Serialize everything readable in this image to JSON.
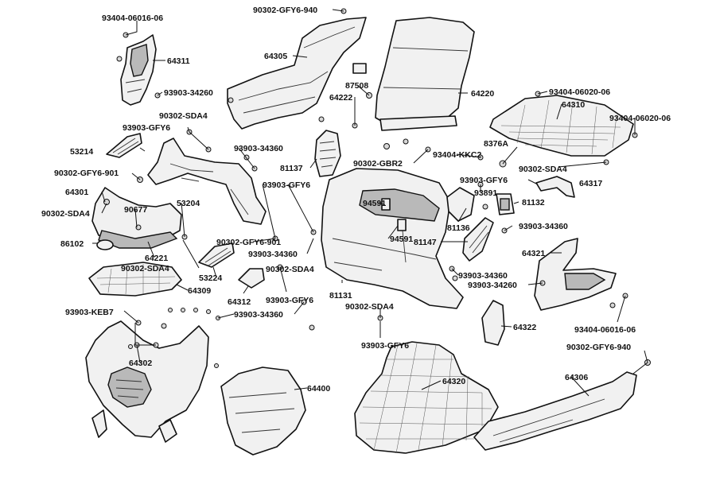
{
  "diagram": {
    "labels": {
      "l_93404_06016_06_top": "93404-06016-06",
      "l_64311": "64311",
      "l_93903_34260_a": "93903-34260",
      "l_90302_gfy6_940_top": "90302-GFY6-940",
      "l_64305": "64305",
      "l_87508": "87508",
      "l_64222": "64222",
      "l_64220": "64220",
      "l_93404_06020_06_a": "93404-06020-06",
      "l_64310": "64310",
      "l_93404_06020_06_b": "93404-06020-06",
      "l_90302_sda4_a": "90302-SDA4",
      "l_93903_gfy6_a": "93903-GFY6",
      "l_53214": "53214",
      "l_93903_34360_a": "93903-34360",
      "l_81137": "81137",
      "l_90302_gbr2": "90302-GBR2",
      "l_93404_kkc2": "93404-KKC2",
      "l_8376a": "8376A",
      "l_90302_sda4_b": "90302-SDA4",
      "l_90302_gfy6_901_a": "90302-GFY6-901",
      "l_64301": "64301",
      "l_90302_sda4_c": "90302-SDA4",
      "l_53204": "53204",
      "l_93903_gfy6_b": "93903-GFY6",
      "l_93903_gfy6_c": "93903-GFY6",
      "l_64317": "64317",
      "l_93891": "93891",
      "l_81132": "81132",
      "l_90677": "90677",
      "l_94591_a": "94591",
      "l_81136": "81136",
      "l_93903_34360_b": "93903-34360",
      "l_86102": "86102",
      "l_90302_gfy6_901_b": "90302-GFY6-901",
      "l_94591_b": "94591",
      "l_81147": "81147",
      "l_64221": "64221",
      "l_93903_34360_c": "93903-34360",
      "l_64321": "64321",
      "l_90302_sda4_d": "90302-SDA4",
      "l_53224": "53224",
      "l_90302_sda4_e": "90302-SDA4",
      "l_93903_34360_d": "93903-34360",
      "l_64309": "64309",
      "l_93903_34260_b": "93903-34260",
      "l_64312": "64312",
      "l_93903_gfy6_d": "93903-GFY6",
      "l_81131": "81131",
      "l_90302_sda4_f": "90302-SDA4",
      "l_93903_keb7": "93903-KEB7",
      "l_93903_34360_e": "93903-34360",
      "l_64322": "64322",
      "l_93404_06016_06_b": "93404-06016-06",
      "l_93903_gfy6_e": "93903-GFY6",
      "l_90302_gfy6_940_b": "90302-GFY6-940",
      "l_64302": "64302",
      "l_64400": "64400",
      "l_64320": "64320",
      "l_64306": "64306"
    }
  }
}
